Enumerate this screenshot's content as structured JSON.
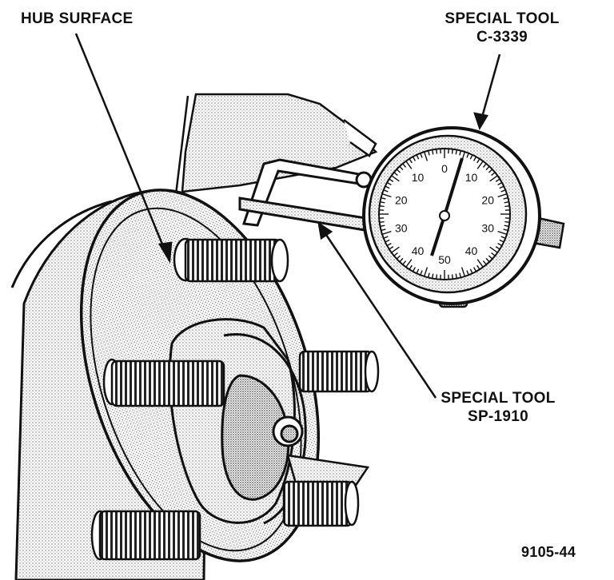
{
  "labels": {
    "hub_surface": "HUB SURFACE",
    "tool_c3339_line1": "SPECIAL TOOL",
    "tool_c3339_line2": "C-3339",
    "tool_sp1910_line1": "SPECIAL TOOL",
    "tool_sp1910_line2": "SP-1910",
    "figure_number": "9105-44"
  },
  "dial_gauge": {
    "scale_marks": [
      "10",
      "0",
      "10",
      "20",
      "30",
      "40",
      "50",
      "40",
      "30",
      "20"
    ]
  },
  "colors": {
    "ink": "#111111",
    "stipple": "#7a7a7a",
    "paper": "#ffffff"
  }
}
